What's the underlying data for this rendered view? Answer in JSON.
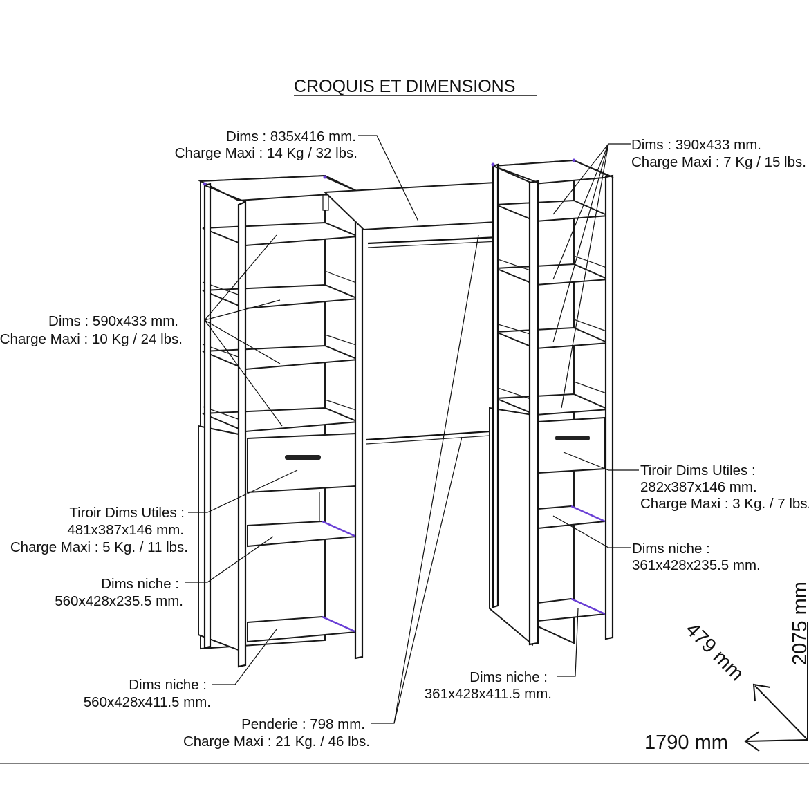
{
  "title": "CROQUIS ET DIMENSIONS",
  "labels": {
    "top_center_line1": "Dims : 835x416 mm.",
    "top_center_line2": "Charge Maxi : 14 Kg / 32 lbs.",
    "top_right_line1": "Dims : 390x433 mm.",
    "top_right_line2": "Charge Maxi : 7 Kg / 15 lbs.",
    "left_shelves_line1": "Dims : 590x433 mm.",
    "left_shelves_line2": "Charge Maxi : 10 Kg / 24 lbs.",
    "right_drawer_line1": "Tiroir Dims Utiles :",
    "right_drawer_line2": "282x387x146 mm.",
    "right_drawer_line3": "Charge Maxi : 3 Kg. / 7 lbs.",
    "left_drawer_line1": "Tiroir Dims Utiles :",
    "left_drawer_line2": "481x387x146 mm.",
    "left_drawer_line3": "Charge Maxi : 5 Kg. / 11 lbs.",
    "right_niche_small_line1": "Dims niche :",
    "right_niche_small_line2": "361x428x235.5 mm.",
    "left_niche_small_line1": "Dims niche :",
    "left_niche_small_line2": "560x428x235.5 mm.",
    "right_niche_large_line1": "Dims niche :",
    "right_niche_large_line2": "361x428x411.5 mm.",
    "left_niche_large_line1": "Dims niche :",
    "left_niche_large_line2": "560x428x411.5 mm.",
    "rail_line1": "Penderie : 798 mm.",
    "rail_line2": "Charge Maxi : 21 Kg. / 46 lbs."
  },
  "dimensions": {
    "depth": "479 mm",
    "width": "1790 mm",
    "height": "2075 mm"
  },
  "colors": {
    "line": "#1a1a1a",
    "accent": "#6a3fd6",
    "background": "#ffffff"
  }
}
